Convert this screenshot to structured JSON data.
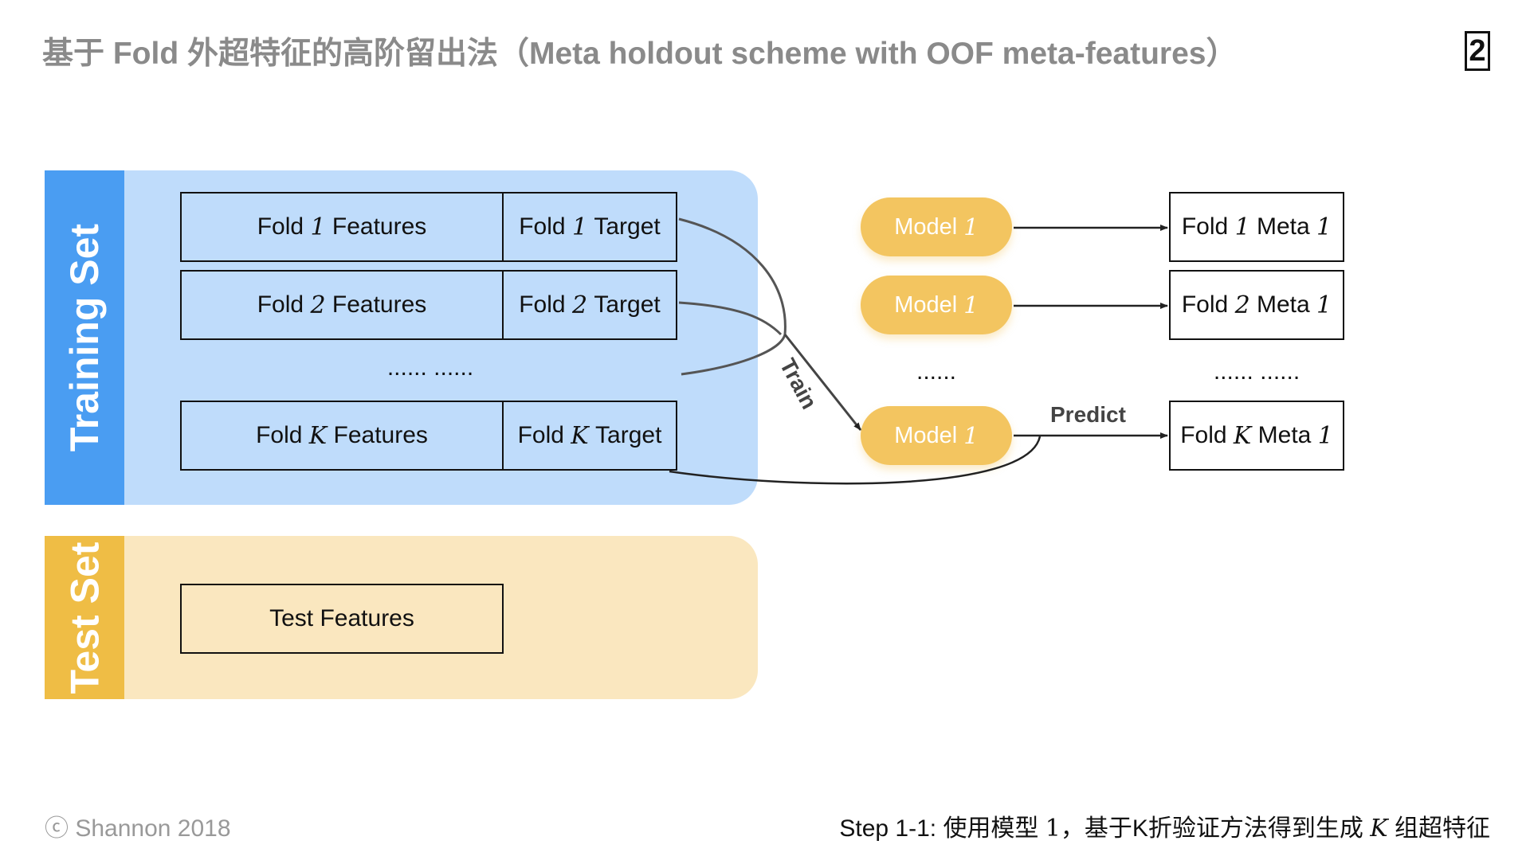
{
  "header": {
    "title": "基于 Fold 外超特征的高阶留出法（Meta holdout scheme with OOF meta-features）",
    "page_number": "2"
  },
  "training_set": {
    "label": "Training Set",
    "rows": [
      {
        "features_prefix": "Fold",
        "index": "1",
        "features_suffix": "Features",
        "target_prefix": "Fold",
        "target_suffix": "Target"
      },
      {
        "features_prefix": "Fold",
        "index": "2",
        "features_suffix": "Features",
        "target_prefix": "Fold",
        "target_suffix": "Target"
      },
      {
        "features_prefix": "Fold",
        "index": "K",
        "features_suffix": "Features",
        "target_prefix": "Fold",
        "target_suffix": "Target"
      }
    ],
    "ellipsis": "...... ......"
  },
  "test_set": {
    "label": "Test Set",
    "features": "Test Features"
  },
  "models": {
    "items": [
      {
        "label": "Model",
        "index": "1"
      },
      {
        "label": "Model",
        "index": "1"
      },
      {
        "label": "Model",
        "index": "1"
      }
    ],
    "ellipsis": "......"
  },
  "meta": {
    "items": [
      {
        "prefix": "Fold",
        "fold": "1",
        "middle": "Meta",
        "model": "1"
      },
      {
        "prefix": "Fold",
        "fold": "2",
        "middle": "Meta",
        "model": "1"
      },
      {
        "prefix": "Fold",
        "fold": "K",
        "middle": "Meta",
        "model": "1"
      }
    ],
    "ellipsis": "...... ......"
  },
  "edges": {
    "train_label": "Train",
    "predict_label": "Predict"
  },
  "footer": {
    "copyright": "ⓒ Shannon 2018",
    "step_prefix": "Step 1-1: 使用模型",
    "step_model": "1",
    "step_middle": "，基于K折验证方法得到生成",
    "step_k": "K",
    "step_suffix": "组超特征"
  },
  "colors": {
    "training_bar": "#4a9df2",
    "training_bg": "#bfdcfb",
    "test_bar": "#efbd45",
    "test_bg": "#fae7bf",
    "model_pill": "#f3c560"
  }
}
